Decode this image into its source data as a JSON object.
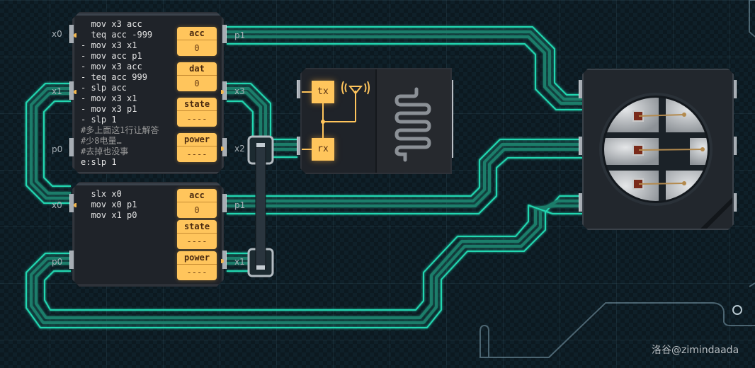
{
  "colors": {
    "trace": "#23d6b0",
    "register": "#ffc55c",
    "chip": "#1f2329"
  },
  "mc1": {
    "code": [
      {
        "text": "  mov x3 acc",
        "comment": false
      },
      {
        "text": "  teq acc -999",
        "comment": false
      },
      {
        "text": "- mov x3 x1",
        "comment": false
      },
      {
        "text": "- mov acc p1",
        "comment": false
      },
      {
        "text": "- mov x3 acc",
        "comment": false
      },
      {
        "text": "- teq acc 999",
        "comment": false
      },
      {
        "text": "- slp acc",
        "comment": false
      },
      {
        "text": "- mov x3 x1",
        "comment": false
      },
      {
        "text": "- mov x3 p1",
        "comment": false
      },
      {
        "text": "- slp 1",
        "comment": false
      },
      {
        "text": "#多上面这1行让解答",
        "comment": true
      },
      {
        "text": "#少8电量…",
        "comment": true
      },
      {
        "text": "#去掉也没事",
        "comment": true
      },
      {
        "text": "e:slp 1",
        "comment": false
      }
    ],
    "registers": [
      {
        "label": "acc",
        "value": "0"
      },
      {
        "label": "dat",
        "value": "0"
      },
      {
        "label": "state",
        "value": "----"
      },
      {
        "label": "power",
        "value": "----"
      }
    ],
    "ports_left": [
      "x0",
      "x1",
      "p0"
    ],
    "ports_right": [
      "p1",
      "x3",
      "x2"
    ]
  },
  "mc2": {
    "code": [
      {
        "text": "  slx x0",
        "comment": false
      },
      {
        "text": "  mov x0 p1",
        "comment": false
      },
      {
        "text": "  mov x1 p0",
        "comment": false
      }
    ],
    "registers": [
      {
        "label": "acc",
        "value": "0"
      },
      {
        "label": "state",
        "value": "----"
      },
      {
        "label": "power",
        "value": "----"
      }
    ],
    "ports_left": [
      "x0",
      "p0"
    ],
    "ports_right": [
      "p1",
      "x1"
    ]
  },
  "radio": {
    "tx_label": "tx",
    "rx_label": "rx"
  },
  "watermark": "洛谷@zimindaada"
}
